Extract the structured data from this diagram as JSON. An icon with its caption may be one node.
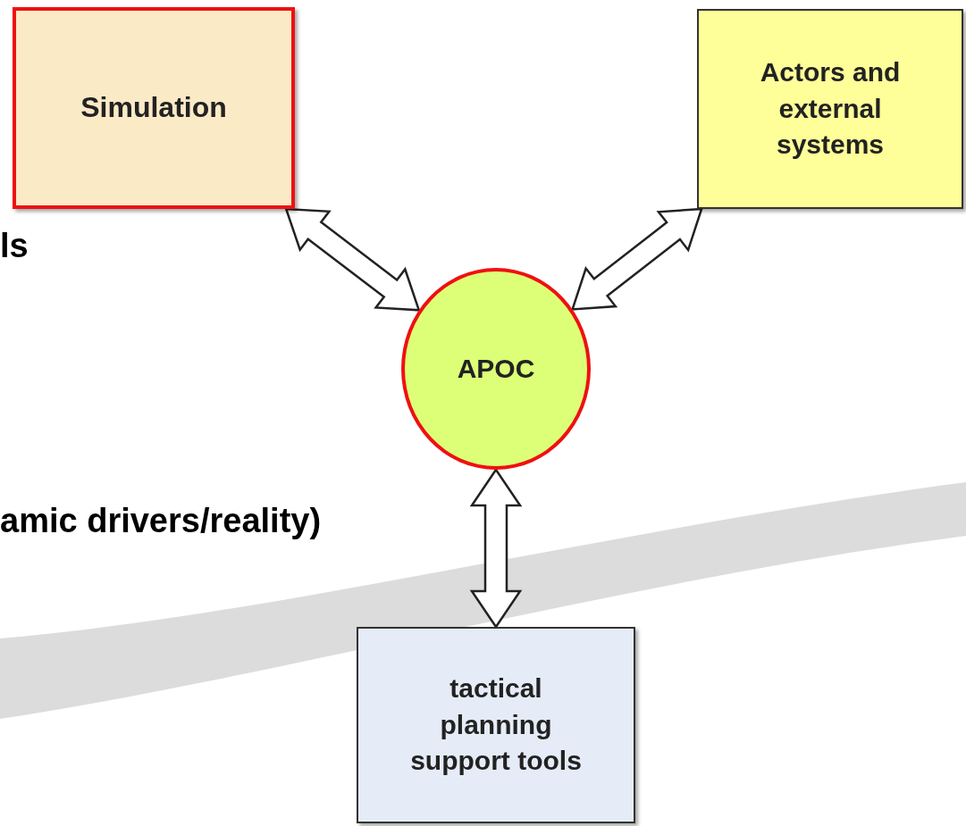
{
  "diagram": {
    "nodes": [
      {
        "text": [
          "Simulation"
        ]
      },
      {
        "text": [
          "Actors and external systems"
        ]
      },
      {
        "text": [
          "APOC"
        ]
      },
      {
        "text": [
          "tactical planning support tools"
        ]
      }
    ],
    "edges": [
      {
        "from": 0,
        "to": 2,
        "arrow": "both"
      },
      {
        "from": 1,
        "to": 2,
        "arrow": "both"
      },
      {
        "from": 2,
        "to": 3,
        "arrow": "both"
      }
    ],
    "labels": [
      "ls",
      "amic drivers/reality)"
    ]
  }
}
